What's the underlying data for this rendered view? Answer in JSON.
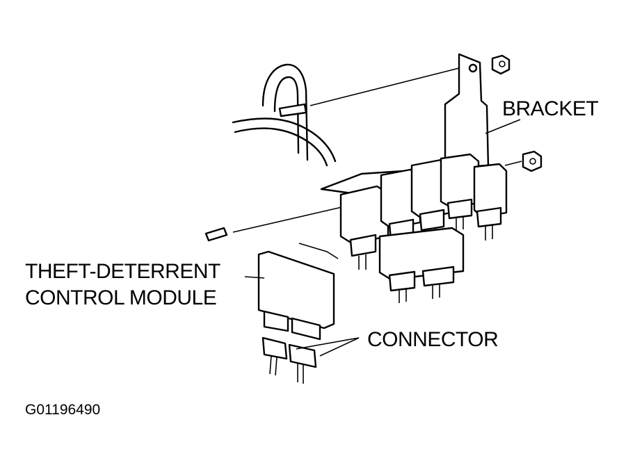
{
  "labels": {
    "bracket": "BRACKET",
    "module_line1": "THEFT-DETERRENT",
    "module_line2": "CONTROL MODULE",
    "connector": "CONNECTOR",
    "figure_id": "G01196490"
  }
}
